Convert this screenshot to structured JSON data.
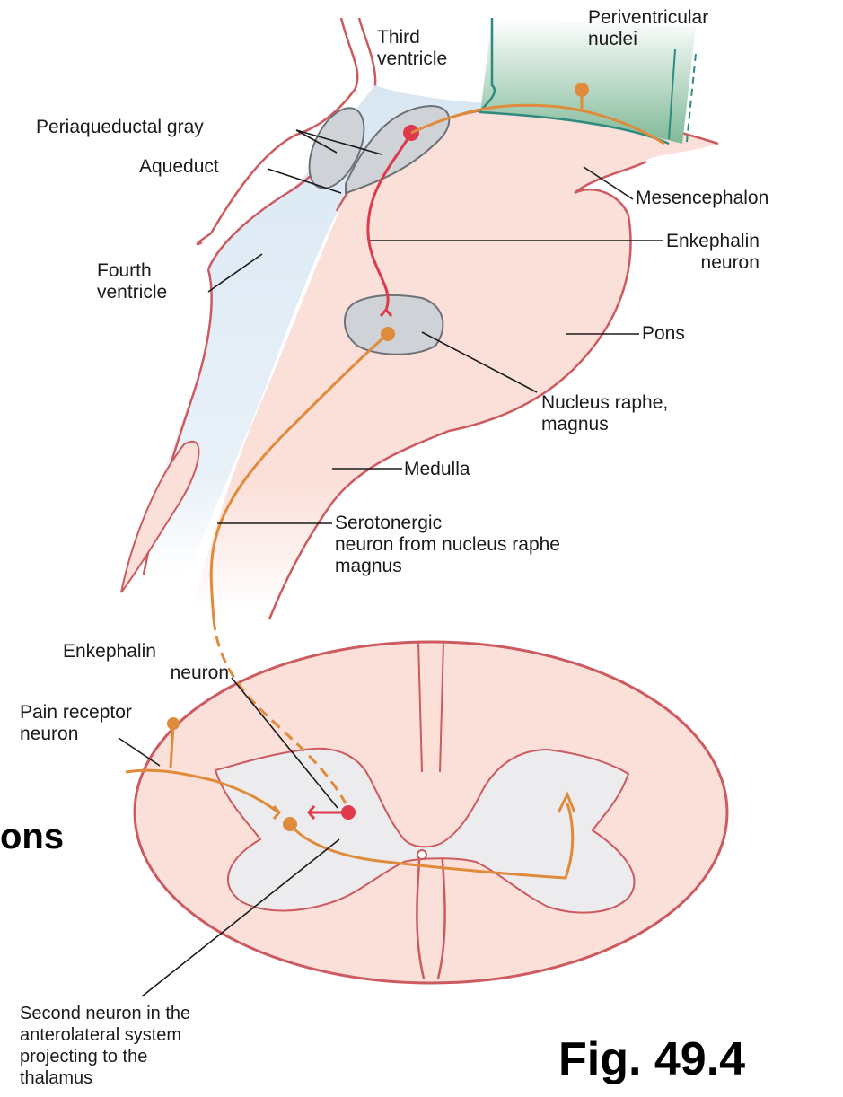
{
  "labels": {
    "periventricular_nuclei": [
      "Periventricular",
      "nuclei"
    ],
    "third_ventricle": [
      "Third",
      "ventricle"
    ],
    "periaqueductal_gray": "Periaqueductal gray",
    "aqueduct": "Aqueduct",
    "mesencephalon": "Mesencephalon",
    "enkephalin_neuron_top": [
      "Enkephalin",
      "neuron"
    ],
    "fourth_ventricle": [
      "Fourth",
      "ventricle"
    ],
    "pons": "Pons",
    "nucleus_raphe": [
      "Nucleus raphe,",
      "magnus"
    ],
    "medulla": "Medulla",
    "serotonergic": [
      "Serotonergic",
      "neuron from nucleus raphe",
      "magnus"
    ],
    "enkephalin_neuron_bottom": [
      "Enkephalin",
      "neuron"
    ],
    "pain_receptor": [
      "Pain receptor",
      "neuron"
    ],
    "second_neuron": [
      "Second neuron in the",
      "anterolateral system",
      "projecting to the",
      "thalamus"
    ]
  },
  "cropped_text": "ons",
  "fig_label": "Fig. 49.4",
  "colors": {
    "tissue_fill": "#fbe0da",
    "tissue_outline": "#cc5a5f",
    "ventricle_fill": "#d9e7f3",
    "gray_nucleus": "#cfd2d6",
    "gray_outline": "#6d7277",
    "periventricular_fill": "#7fb997",
    "enkephalin_red": "#e0394c",
    "serotonergic_orange": "#e08a3c",
    "leader_line": "#1a1a1a"
  }
}
